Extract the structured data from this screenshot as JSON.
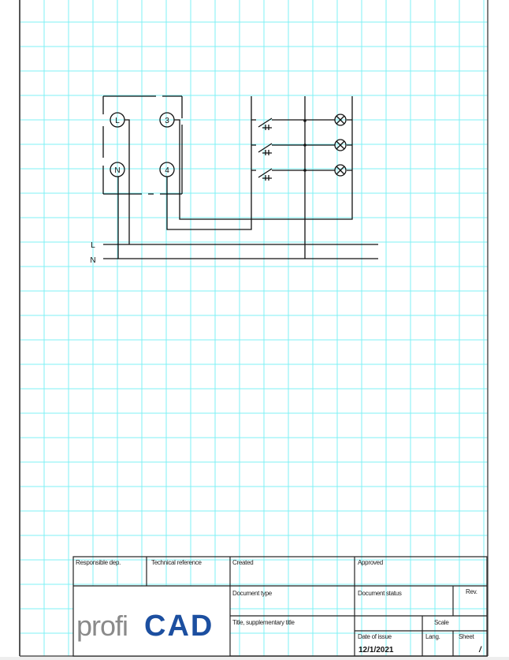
{
  "colors": {
    "grid": "#7ff0f4",
    "line": "#111111",
    "logo_gray": "#8a8a8a",
    "logo_blue": "#1c4fa0"
  },
  "schematic": {
    "terminals": [
      "L",
      "3",
      "N",
      "4"
    ],
    "rail_labels": [
      "L",
      "N"
    ]
  },
  "title_block": {
    "responsible_dep": "Responsible dep.",
    "technical_reference": "Technical reference",
    "created": "Created",
    "approved": "Approved",
    "document_type": "Document type",
    "document_status": "Document status",
    "rev": "Rev.",
    "title": "Title, supplementary title",
    "scale": "Scale",
    "date_of_issue": "Date of issue",
    "lang": "Lang.",
    "sheet": "Sheet",
    "date_value": "12/1/2021",
    "sheet_value": "/",
    "logo": {
      "part1": "profi",
      "part2": "CAD"
    }
  }
}
